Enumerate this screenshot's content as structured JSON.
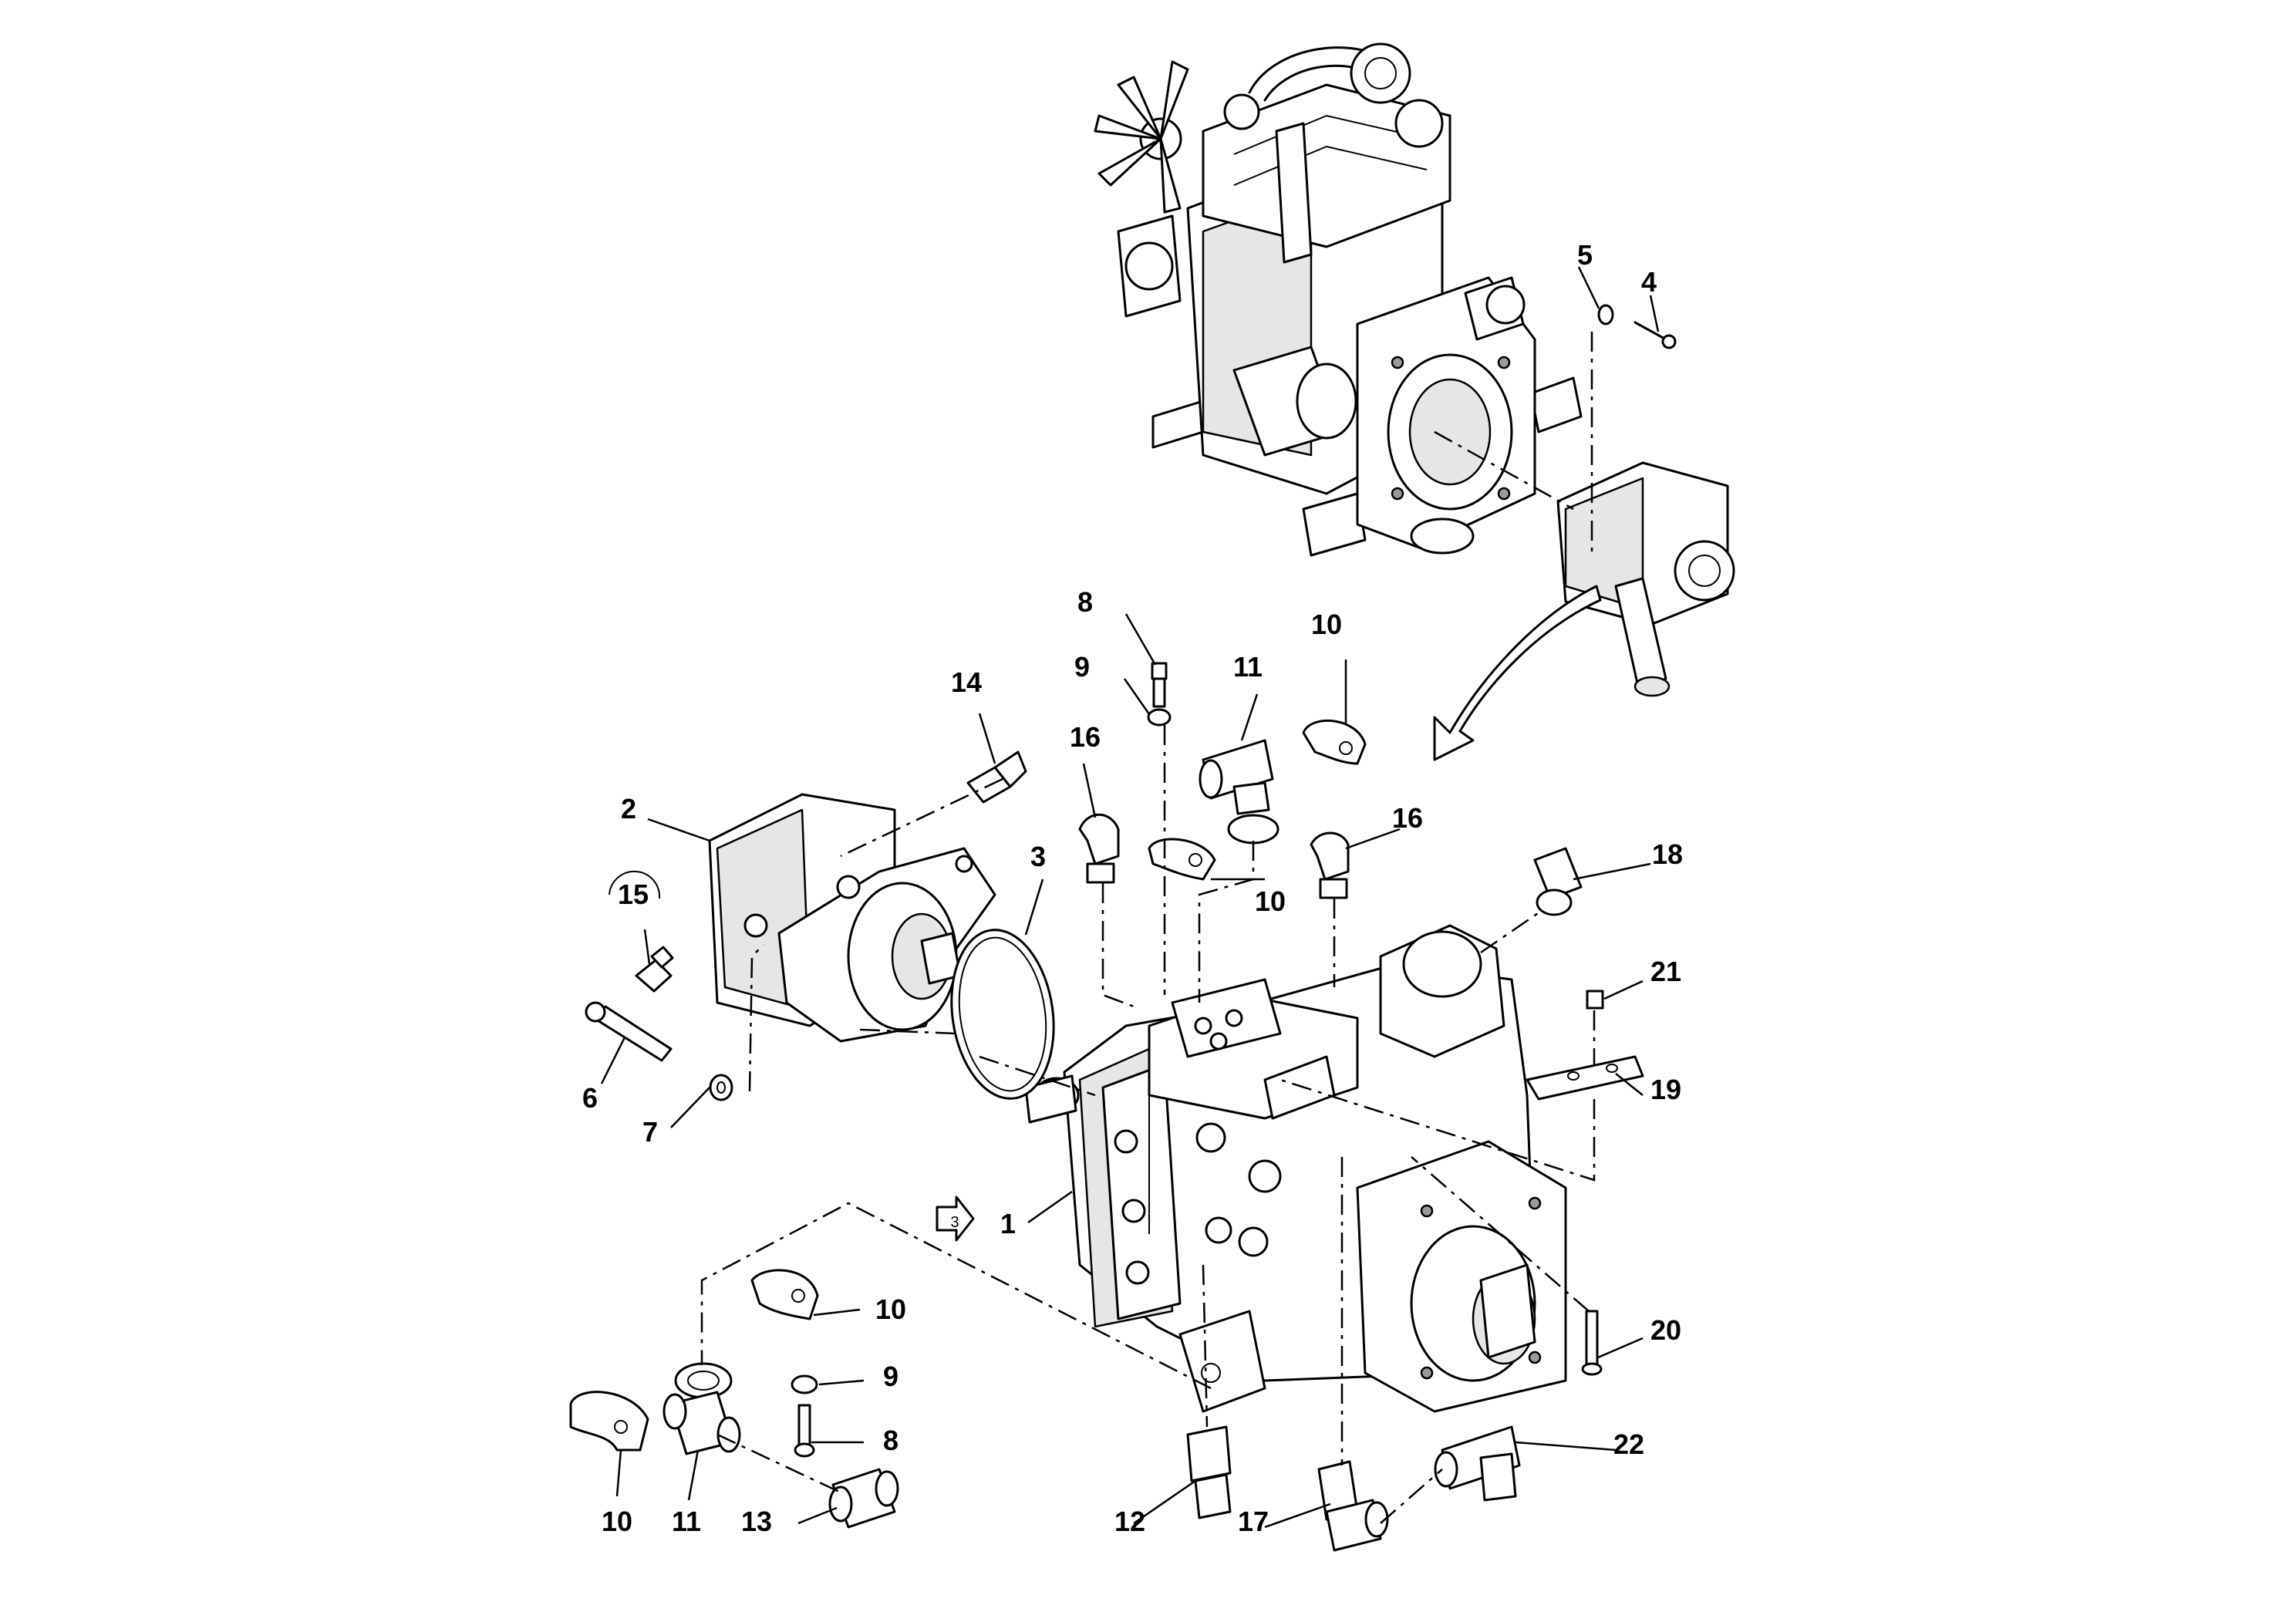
{
  "callouts": {
    "c1": "1",
    "c2": "2",
    "c3": "3",
    "c4": "4",
    "c5": "5",
    "c6": "6",
    "c7": "7",
    "c8a": "8",
    "c8b": "8",
    "c9a": "9",
    "c9b": "9",
    "c10a": "10",
    "c10b": "10",
    "c10c": "10",
    "c10d": "10",
    "c11a": "11",
    "c11b": "11",
    "c12": "12",
    "c13": "13",
    "c14": "14",
    "c15": "15",
    "c16a": "16",
    "c16b": "16",
    "c17": "17",
    "c18": "18",
    "c19": "19",
    "c20": "20",
    "c21": "21",
    "c22": "22",
    "ref3": "3"
  }
}
